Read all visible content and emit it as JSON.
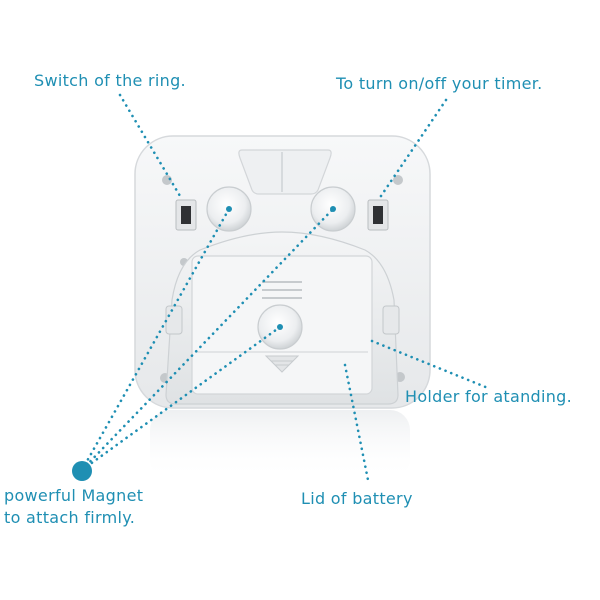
{
  "labels": {
    "ring_switch": "Switch of the ring.",
    "timer_switch": "To turn on/off your timer.",
    "holder": "Holder for atanding.",
    "battery_lid": "Lid of battery",
    "magnet_line1": "powerful Magnet",
    "magnet_line2": "to attach firmly."
  },
  "colors": {
    "accent": "#1f8fb3",
    "body": "#f2f3f5",
    "body_edge": "#d9dcdf"
  }
}
